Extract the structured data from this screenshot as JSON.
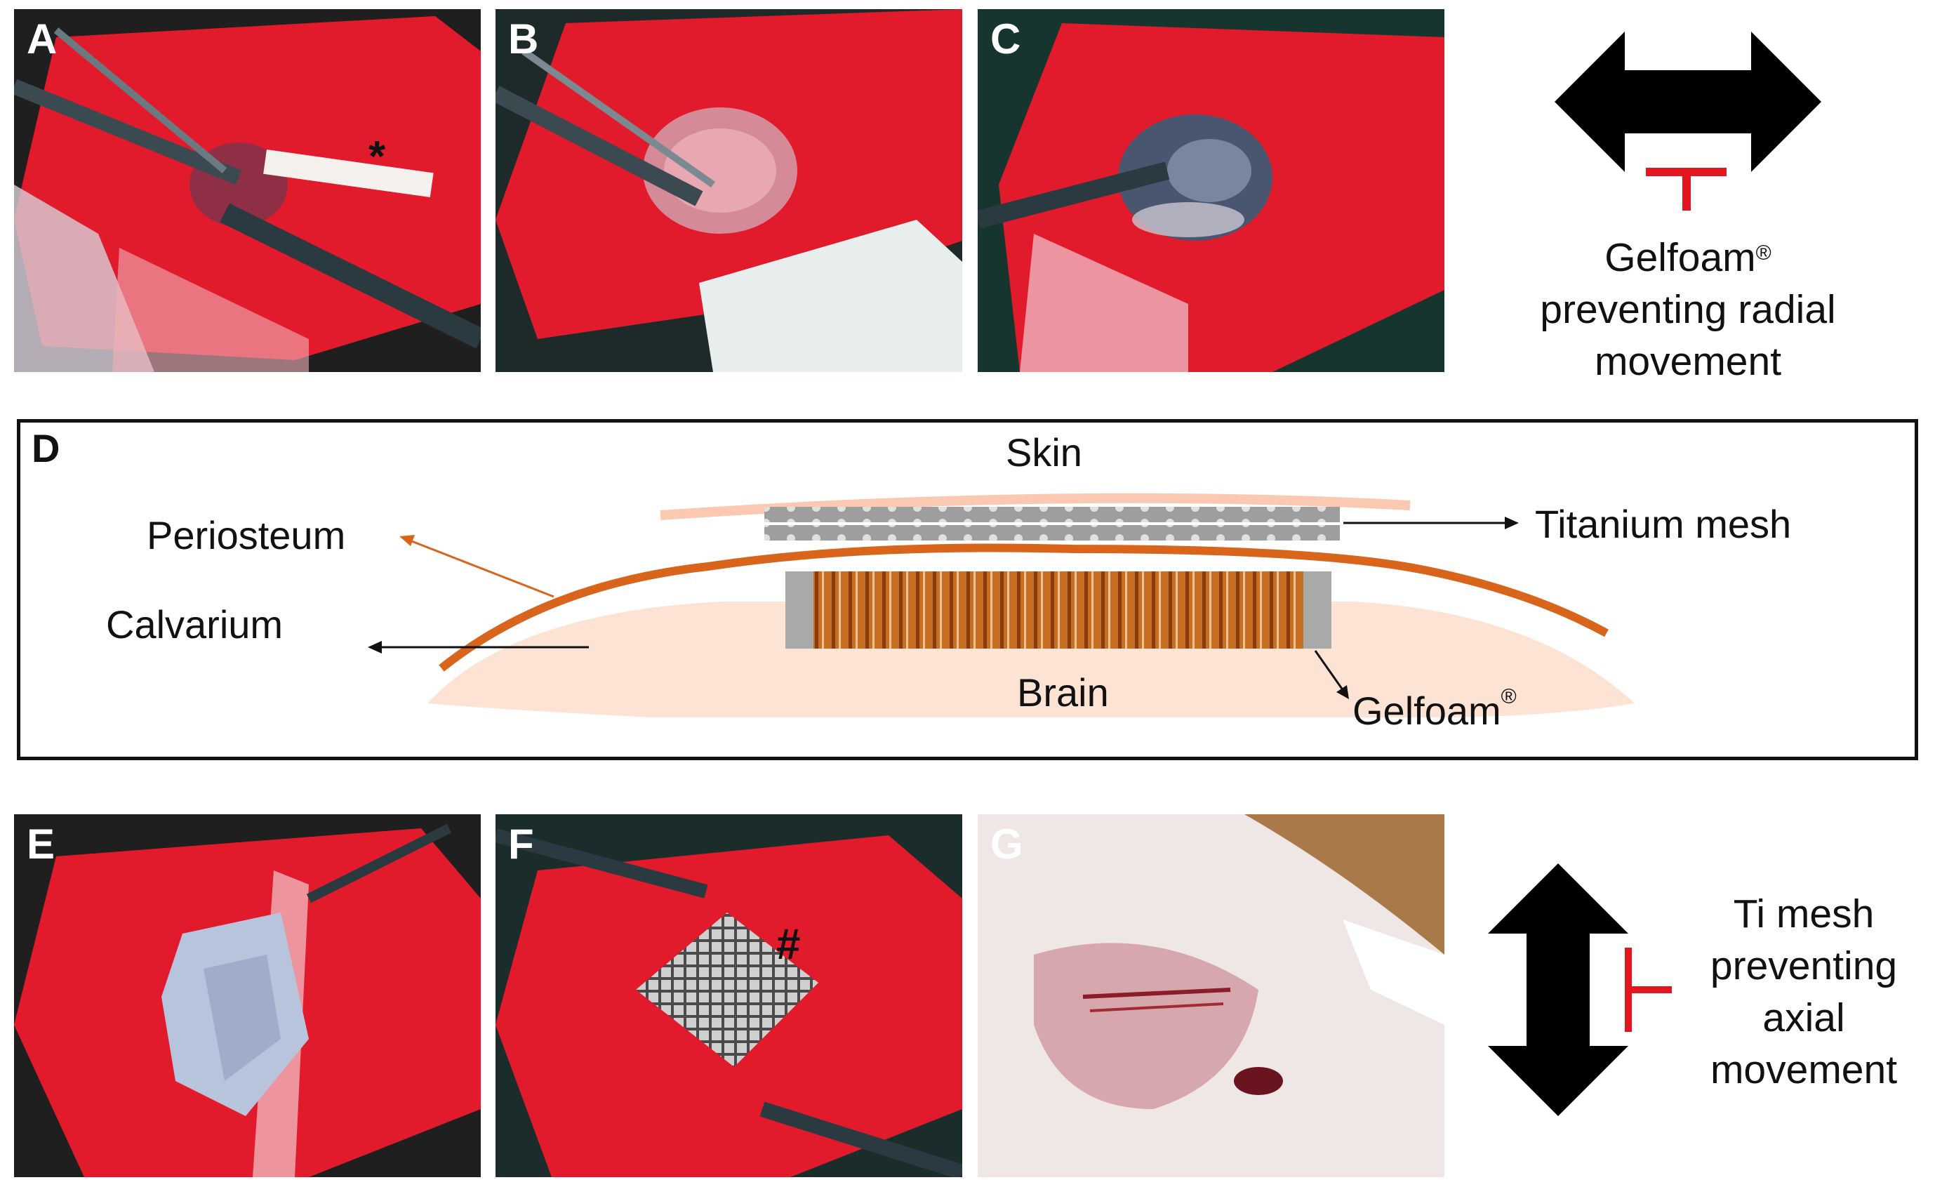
{
  "panels": {
    "A": {
      "letter": "A",
      "mark": "*"
    },
    "B": {
      "letter": "B"
    },
    "C": {
      "letter": "C"
    },
    "E": {
      "letter": "E"
    },
    "F": {
      "letter": "F",
      "mark": "#"
    },
    "G": {
      "letter": "G"
    }
  },
  "top_caption": {
    "line1": "Gelfoam",
    "reg": "®",
    "line2": "preventing radial",
    "line3": "movement"
  },
  "bottom_caption": {
    "line1": "Ti mesh",
    "line2": "preventing",
    "line3": "axial",
    "line4": "movement"
  },
  "diagram": {
    "letter": "D",
    "skin": "Skin",
    "titanium_mesh": "Titanium mesh",
    "periosteum": "Periosteum",
    "calvarium": "Calvarium",
    "brain": "Brain",
    "gelfoam": "Gelfoam",
    "gelfoam_reg": "®"
  },
  "colors": {
    "tissue_red": "#e21b2c",
    "fur_dark": "#1c1c1c",
    "periosteum": "#d9651c",
    "bone": "#fde3d4",
    "inhibit_red": "#e2161f"
  }
}
